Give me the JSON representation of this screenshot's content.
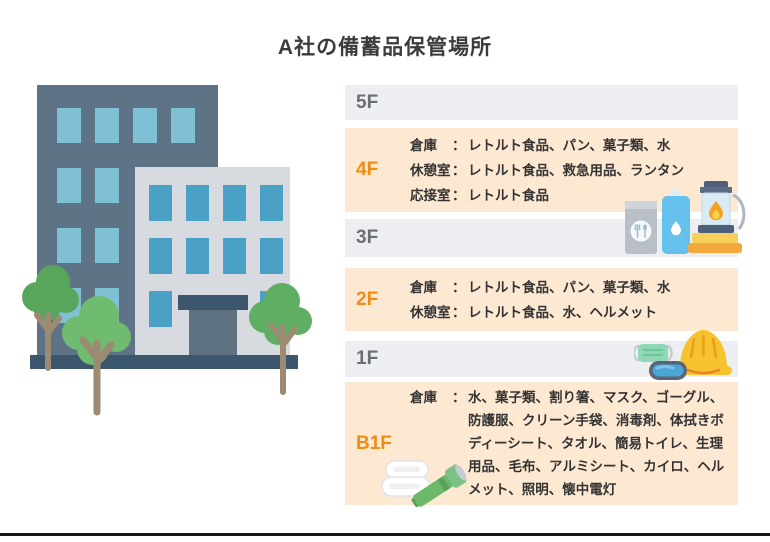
{
  "title": "A社の備蓄品保管場所",
  "colon": "：",
  "colors": {
    "band_gray": "#eceef2",
    "band_peach": "#fde9d2",
    "floor_label_orange": "#ee8c13",
    "floor_label_gray": "#6a6f75",
    "body_text": "#333333"
  },
  "floors": [
    {
      "name": "5F",
      "variant": "gray",
      "rooms": []
    },
    {
      "name": "4F",
      "variant": "peach",
      "rooms": [
        {
          "label": "倉庫",
          "items": "レトルト食品、パン、菓子類、水"
        },
        {
          "label": "休憩室",
          "items": "レトルト食品、救急用品、ランタン"
        },
        {
          "label": "応接室",
          "items": "レトルト食品"
        }
      ]
    },
    {
      "name": "3F",
      "variant": "gray",
      "rooms": []
    },
    {
      "name": "2F",
      "variant": "peach",
      "rooms": [
        {
          "label": "倉庫",
          "items": "レトルト食品、パン、菓子類、水"
        },
        {
          "label": "休憩室",
          "items": "レトルト食品、水、ヘルメット"
        }
      ]
    },
    {
      "name": "1F",
      "variant": "gray",
      "rooms": []
    },
    {
      "name": "B1F",
      "variant": "peach",
      "rooms": [
        {
          "label": "倉庫",
          "items": "水、菓子類、割り箸、マスク、ゴーグル、防護服、クリーン手袋、消毒剤、体拭きボディーシート、タオル、簡易トイレ、生理用品、毛布、アルミシート、カイロ、ヘルメット、照明、懐中電灯"
        }
      ]
    }
  ],
  "illustrations": {
    "building": "office-building-illustration",
    "floor_3f_icons": [
      "food-pouch-icon",
      "water-bottle-icon",
      "lantern-icon"
    ],
    "floor_1f_icons": [
      "face-mask-icon",
      "goggles-icon",
      "helmet-icon"
    ],
    "floor_b1f_icons": [
      "blanket-icon",
      "flashlight-icon"
    ]
  }
}
